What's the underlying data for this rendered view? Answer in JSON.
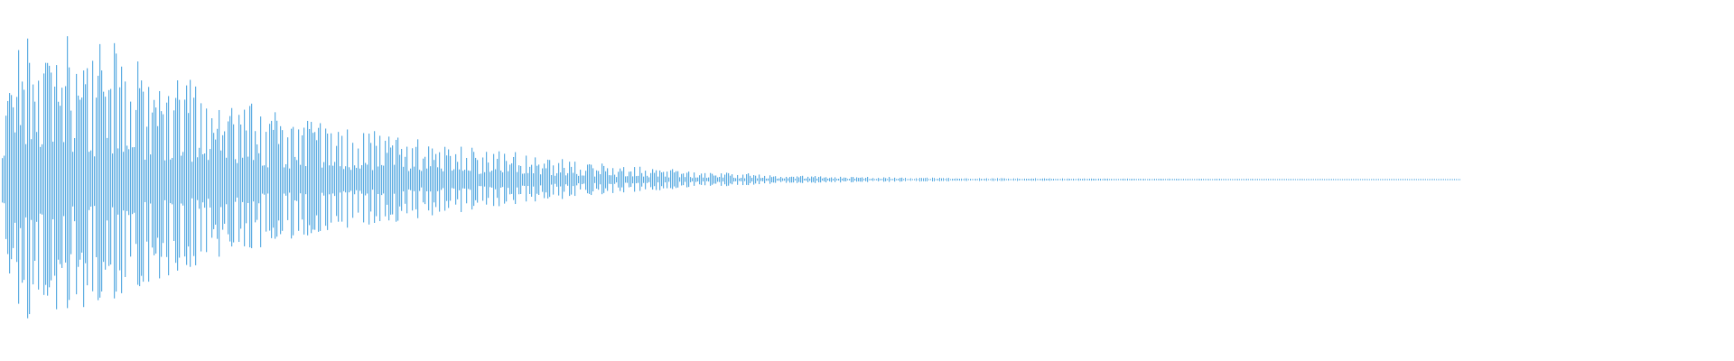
{
  "chart_data": {
    "type": "waveform",
    "title": "",
    "xlabel": "",
    "ylabel": "",
    "ylim": [
      -1,
      1
    ],
    "grid": false,
    "legend": "none",
    "color": "#5dade2",
    "background": "#ffffff",
    "series": [
      {
        "envelope_peak": [
          0.9,
          0.8,
          0.57,
          0.42,
          0.31,
          0.22,
          0.15,
          0.09,
          0.05,
          0.025,
          0.015,
          0.01,
          0.008,
          0.006,
          0.005,
          0.004,
          0.003,
          0,
          0,
          0,
          0
        ]
      }
    ]
  }
}
